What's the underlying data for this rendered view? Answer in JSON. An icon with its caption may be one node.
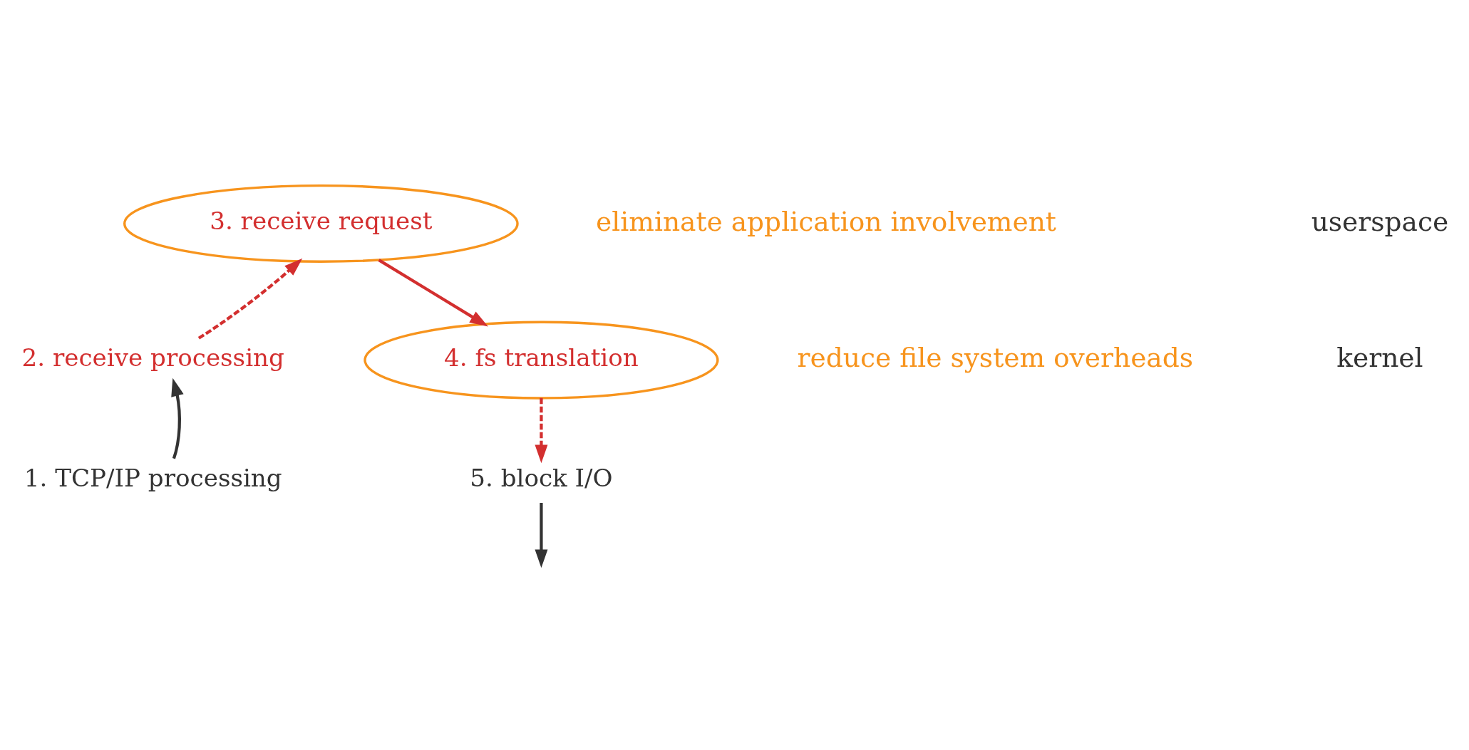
{
  "diagram": {
    "nodes": [
      {
        "text": [
          "1. TCP/IP processing"
        ]
      },
      {
        "text": [
          "2. receive processing"
        ]
      },
      {
        "text": [
          "3. receive request"
        ],
        "beside": [
          "eliminate application involvement"
        ]
      },
      {
        "text": [
          "4. fs translation"
        ],
        "beside": [
          "reduce file system overheads"
        ]
      },
      {
        "text": [
          "5. block I/O"
        ]
      }
    ],
    "edges": [
      {
        "from": 0,
        "to": 1,
        "arrow": "to",
        "color": "#333333"
      },
      {
        "from": 1,
        "to": 2,
        "arrow": "to",
        "style": "dashed"
      },
      {
        "from": 2,
        "to": 3,
        "arrow": "to"
      },
      {
        "from": 3,
        "to": 4,
        "arrow": "to",
        "style": "dashed"
      },
      {
        "from": 4,
        "to": null,
        "arrow": "to",
        "color": "#333333"
      }
    ],
    "labels": [
      "userspace",
      "kernel"
    ]
  }
}
